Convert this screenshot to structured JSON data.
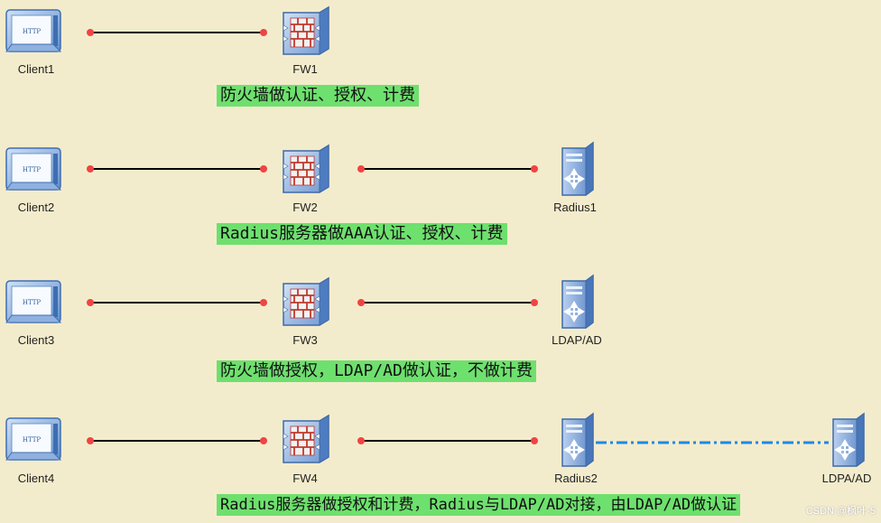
{
  "colors": {
    "background": "#f3eccc",
    "link": "#000000",
    "port_dot": "#f04444",
    "dashed_link": "#1e88e5",
    "note_bg": "#6ee06e"
  },
  "icons": {
    "client": "http-terminal-icon",
    "firewall": "firewall-icon",
    "server": "server-icon"
  },
  "rows": [
    {
      "client": "Client1",
      "firewall": "FW1",
      "note": "防火墙做认证、授权、计费"
    },
    {
      "client": "Client2",
      "firewall": "FW2",
      "server": "Radius1",
      "note": "Radius服务器做AAA认证、授权、计费"
    },
    {
      "client": "Client3",
      "firewall": "FW3",
      "server": "LDAP/AD",
      "note": "防火墙做授权，LDAP/AD做认证，不做计费"
    },
    {
      "client": "Client4",
      "firewall": "FW4",
      "server": "Radius2",
      "server2": "LDPA/AD",
      "note": "Radius服务器做授权和计费，Radius与LDAP/AD对接，由LDAP/AD做认证"
    }
  ],
  "watermark": "CSDN @枫叶-5"
}
